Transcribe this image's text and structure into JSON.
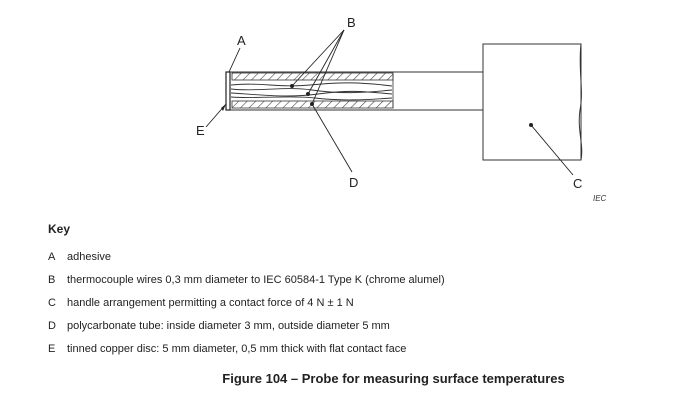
{
  "figure": {
    "callouts": {
      "A": "A",
      "B": "B",
      "C": "C",
      "D": "D",
      "E": "E"
    },
    "iec_mark": "IEC"
  },
  "key": {
    "title": "Key",
    "items": [
      {
        "letter": "A",
        "text": "adhesive"
      },
      {
        "letter": "B",
        "text": "thermocouple wires 0,3 mm diameter to IEC 60584-1 Type K (chrome alumel)"
      },
      {
        "letter": "C",
        "text": "handle arrangement permitting a contact force of 4 N ± 1 N"
      },
      {
        "letter": "D",
        "text": "polycarbonate tube: inside diameter 3 mm, outside diameter 5 mm"
      },
      {
        "letter": "E",
        "text": "tinned copper disc: 5 mm diameter, 0,5 mm thick with flat contact face"
      }
    ]
  },
  "caption": "Figure 104 – Probe for measuring surface temperatures"
}
